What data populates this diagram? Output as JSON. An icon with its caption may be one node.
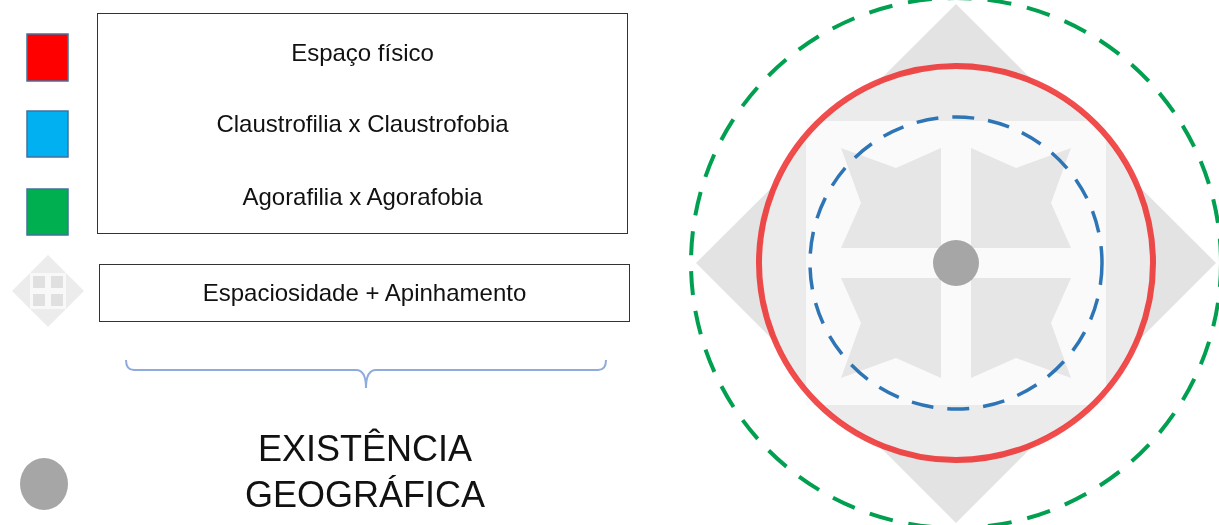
{
  "diagram": {
    "legend": [
      {
        "text": "Espaço físico",
        "color": "#ff0000"
      },
      {
        "text": "Claustrofilia x Claustrofobia",
        "color": "#00b0f0"
      },
      {
        "text": "Agorafilia x Agorafobia",
        "color": "#00b050"
      },
      {
        "text": "Espaciosidade + Apinhamento"
      },
      {
        "text": "EXISTÊNCIA GEOGRÁFICA",
        "color": "#a6a6a6"
      }
    ]
  }
}
